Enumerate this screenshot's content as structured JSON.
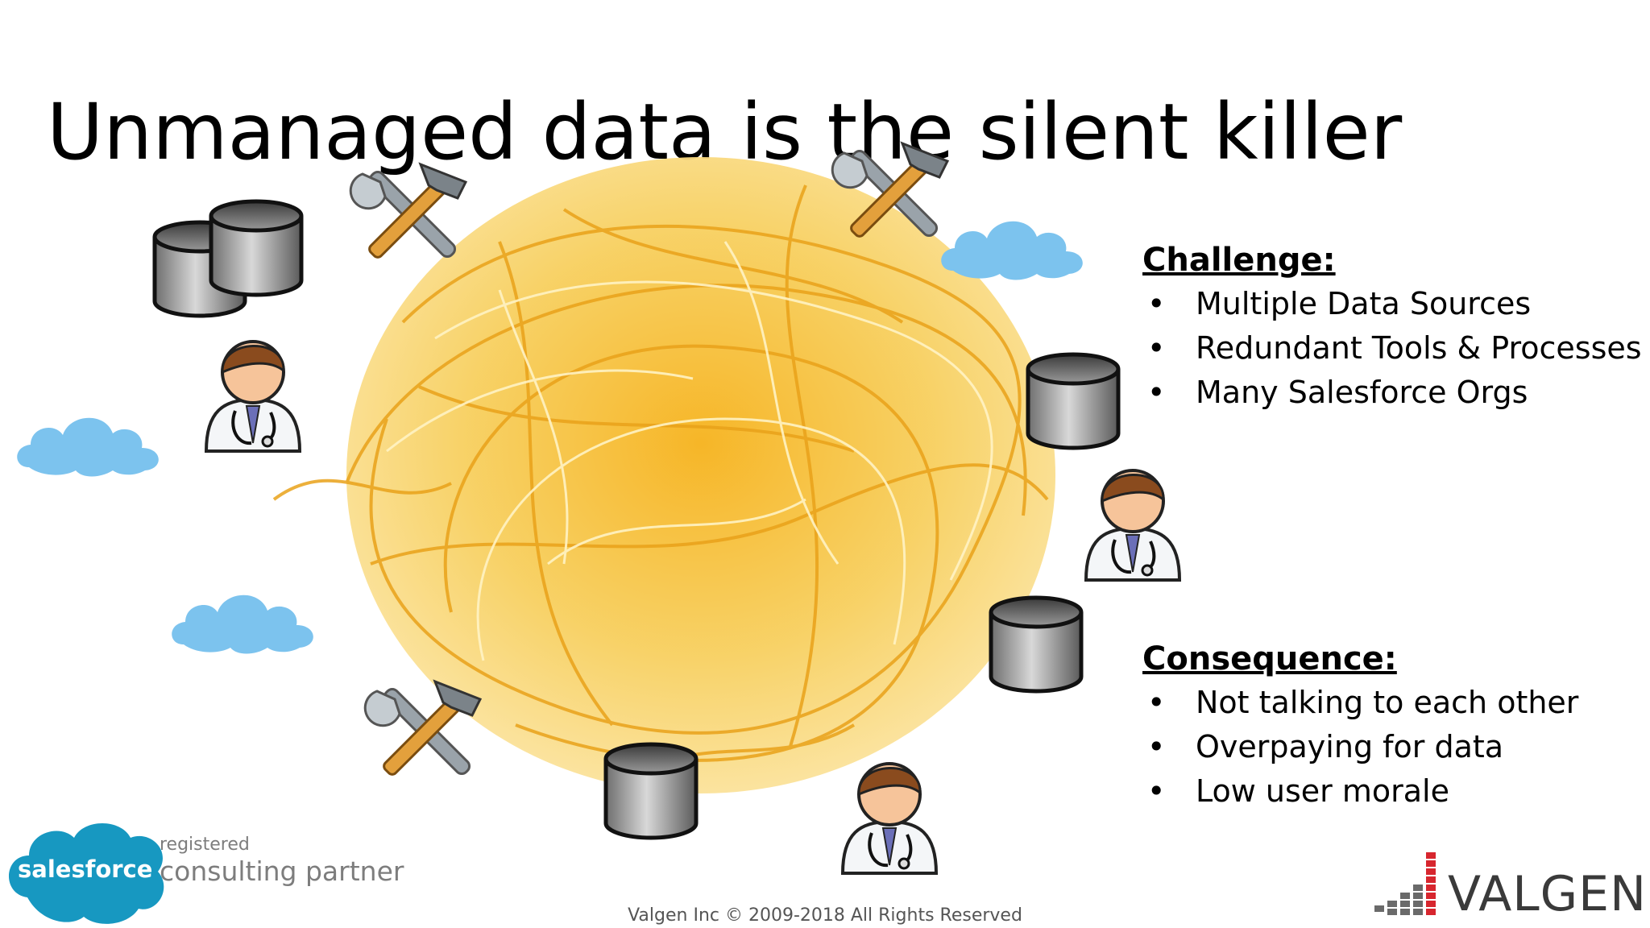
{
  "title": "Unmanaged data is the silent killer",
  "challenge": {
    "heading": "Challenge:",
    "items": [
      "Multiple Data Sources",
      "Redundant Tools & Processes",
      "Many Salesforce Orgs"
    ]
  },
  "consequence": {
    "heading": "Consequence:",
    "items": [
      "Not talking to each other",
      "Overpaying for data",
      "Low user morale"
    ]
  },
  "bullet": "•",
  "salesforce_logo": {
    "wordmark": "salesforce",
    "registered": "registered",
    "partner": "consulting partner",
    "color": "#1798c1"
  },
  "valgen_logo": {
    "wordmark": "VALGEN",
    "accent": "#d7262e"
  },
  "footer": "Valgen Inc © 2009-2018 All Rights Reserved",
  "icons": [
    "database-icon",
    "tools-icon",
    "cloud-icon",
    "doctor-icon",
    "spaghetti-image"
  ],
  "colors": {
    "cloud": "#7cc3ee",
    "database": "#8a8a8a",
    "spaghetti": "#f3c54a",
    "tool_handle": "#e0a040"
  }
}
